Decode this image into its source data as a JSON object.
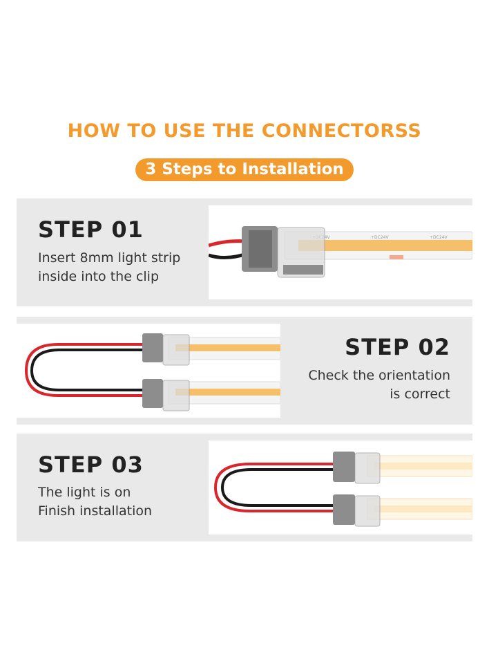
{
  "header": {
    "title": "HOW TO USE THE CONNECTORSS",
    "subtitle": "3 Steps to Installation"
  },
  "steps": [
    {
      "title": "STEP 01",
      "line1": "Insert 8mm light strip",
      "line2": "inside into the clip"
    },
    {
      "title": "STEP 02",
      "line1": "Check the orientation",
      "line2": "is correct"
    },
    {
      "title": "STEP 03",
      "line1": "The light is on",
      "line2": "Finish installation"
    }
  ],
  "strip_marking": "+DC24V",
  "colors": {
    "accent": "#f39a2c",
    "band": "#e9e9e9",
    "strip": "#f6c06a",
    "wire_red": "#d9262c",
    "wire_black": "#1a1a1a"
  }
}
